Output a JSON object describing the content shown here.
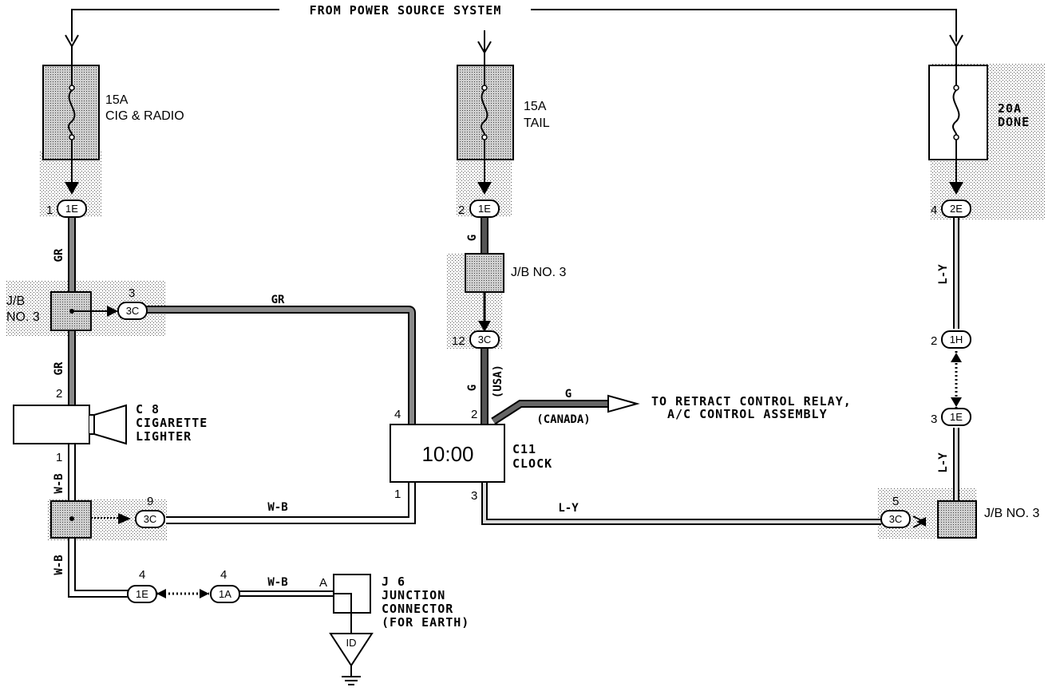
{
  "header": {
    "power_source": "FROM POWER SOURCE SYSTEM"
  },
  "fuses": {
    "cig": {
      "rating": "15A",
      "name": "CIG & RADIO"
    },
    "tail": {
      "rating": "15A",
      "name": "TAIL"
    },
    "dome": {
      "rating": "20A",
      "name": "DONE"
    }
  },
  "connectors": {
    "c1e_left": "1E",
    "c1e_mid": "1E",
    "c2e_right": "2E",
    "c3c_top": "3C",
    "c3c_mid": "3C",
    "c1h": "1H",
    "c1e_right": "1E",
    "c3c_left_bottom": "3C",
    "c3c_right_bottom": "3C",
    "c1e_bottom": "1E",
    "c1a_bottom": "1A",
    "id_ground": "ID"
  },
  "pins": {
    "p1": "1",
    "p2_mid": "2",
    "p4_right": "4",
    "p3_top": "3",
    "p12": "12",
    "p2_right": "2",
    "p3_right": "3",
    "p2_cig": "2",
    "p1_cig": "1",
    "p9": "9",
    "p5": "5",
    "p4_bottom_a": "4",
    "p4_bottom_b": "4",
    "clock_4": "4",
    "clock_2": "2",
    "clock_1": "1",
    "clock_3": "3",
    "j6_a": "A"
  },
  "jb": {
    "left_line1": "J/B",
    "left_line2": "NO. 3",
    "mid": "J/B  NO. 3",
    "right": "J/B  NO. 3"
  },
  "components": {
    "cig_code": "C 8",
    "cig_line1": "CIGARETTE",
    "cig_line2": "LIGHTER",
    "clock_code": "C11",
    "clock_name": "CLOCK",
    "clock_display": "10:00",
    "j6_code": "J 6",
    "j6_line1": "JUNCTION",
    "j6_line2": "CONNECTOR",
    "j6_line3": "(FOR EARTH)"
  },
  "wires": {
    "gr_top": "GR",
    "gr_left_upper": "GR",
    "gr_left_lower": "GR",
    "g_mid_upper": "G",
    "g_mid_lower": "G",
    "usa": "(USA)",
    "g_canada": "G",
    "canada": "(CANADA)",
    "ly_upper": "L-Y",
    "ly_lower": "L-Y",
    "ly_bottom": "L-Y",
    "wb_left_upper": "W-B",
    "wb_left_lower": "W-B",
    "wb_mid": "W-B",
    "wb_bottom": "W-B"
  },
  "destination": {
    "line1": "TO RETRACT CONTROL RELAY,",
    "line2": "A/C CONTROL ASSEMBLY"
  }
}
